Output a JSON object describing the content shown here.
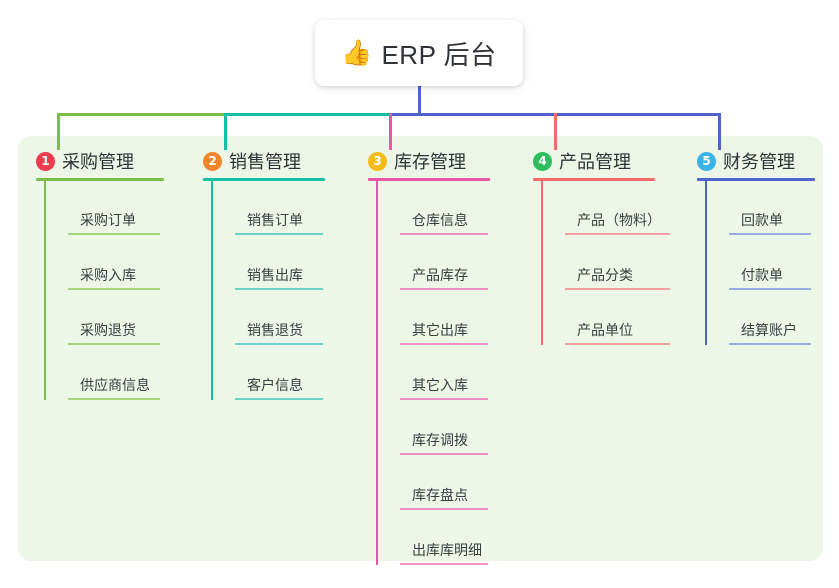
{
  "root": {
    "label": "ERP 后台",
    "icon": "thumbs-up-emoji",
    "emoji": "👍"
  },
  "panel": {
    "background_color": "#edf7e8"
  },
  "colors": {
    "purchasing": "#7cc04a",
    "sales": "#14bfa6",
    "inventory": "#e857a5",
    "product": "#f4696b",
    "finance": "#4f63cc",
    "trunk": "#4f63cc",
    "badge_1": "#ef3b4e",
    "badge_2": "#f0852b",
    "badge_3": "#f5bc1a",
    "badge_4": "#2cbd5e",
    "badge_5": "#3ab4e8"
  },
  "columns": [
    {
      "number": "1",
      "title": "采购管理",
      "color": "#7cc04a",
      "leaf_color": "#a8d479",
      "badge_color": "#ef3b4e",
      "items": [
        "采购订单",
        "采购入库",
        "采购退货",
        "供应商信息"
      ]
    },
    {
      "number": "2",
      "title": "销售管理",
      "color": "#14bfa6",
      "leaf_color": "#6ed3c6",
      "badge_color": "#f0852b",
      "items": [
        "销售订单",
        "销售出库",
        "销售退货",
        "客户信息"
      ]
    },
    {
      "number": "3",
      "title": "库存管理",
      "color": "#e857a5",
      "leaf_color": "#ef8fc2",
      "badge_color": "#f5bc1a",
      "items": [
        "仓库信息",
        "产品库存",
        "其它出库",
        "其它入库",
        "库存调拨",
        "库存盘点",
        "出库库明细"
      ]
    },
    {
      "number": "4",
      "title": "产品管理",
      "color": "#f4696b",
      "leaf_color": "#f79ea0",
      "badge_color": "#2cbd5e",
      "items": [
        "产品（物料）",
        "产品分类",
        "产品单位"
      ]
    },
    {
      "number": "5",
      "title": "财务管理",
      "color": "#4f63cc",
      "leaf_color": "#9aa9e0",
      "badge_color": "#3ab4e8",
      "items": [
        "回款单",
        "付款单",
        "结算账户"
      ]
    }
  ]
}
